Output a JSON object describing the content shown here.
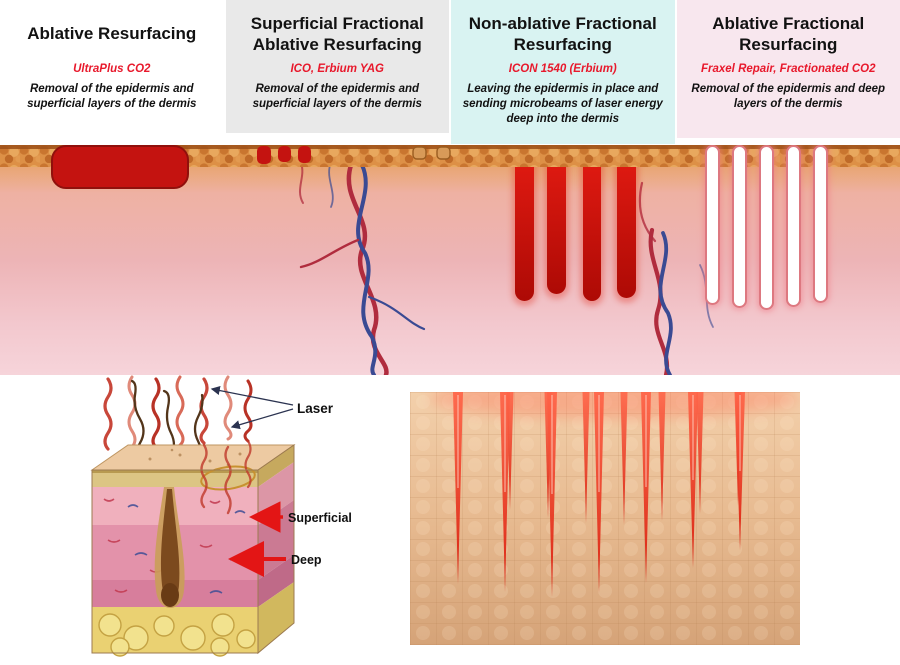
{
  "columns": [
    {
      "title": "Ablative Resurfacing",
      "device": "UltraPlus CO2",
      "description": "Removal of the epidermis and superficial layers of the dermis"
    },
    {
      "title": "Superficial Fractional Ablative Resurfacing",
      "device": "ICO, Erbium YAG",
      "description": "Removal of the epidermis and superficial layers of the dermis"
    },
    {
      "title": "Non-ablative Fractional Resurfacing",
      "device": "ICON 1540 (Erbium)",
      "description": "Leaving the epidermis in place and sending microbeams of laser energy deep into the dermis"
    },
    {
      "title": "Ablative Fractional Resurfacing",
      "device": "Fraxel Repair, Fractionated CO2",
      "description": "Removal of the epidermis and deep layers of the dermis"
    }
  ],
  "inset_labels": {
    "laser": "Laser",
    "superficial": "Superficial",
    "deep": "Deep"
  },
  "colors": {
    "device_text": "#e8192c",
    "column_backgrounds": [
      "#ffffff",
      "#e9e9e9",
      "#d9f3f2",
      "#f8e7ee"
    ],
    "laser_red": "#c41310",
    "epidermis_orange": "#dd9046"
  }
}
